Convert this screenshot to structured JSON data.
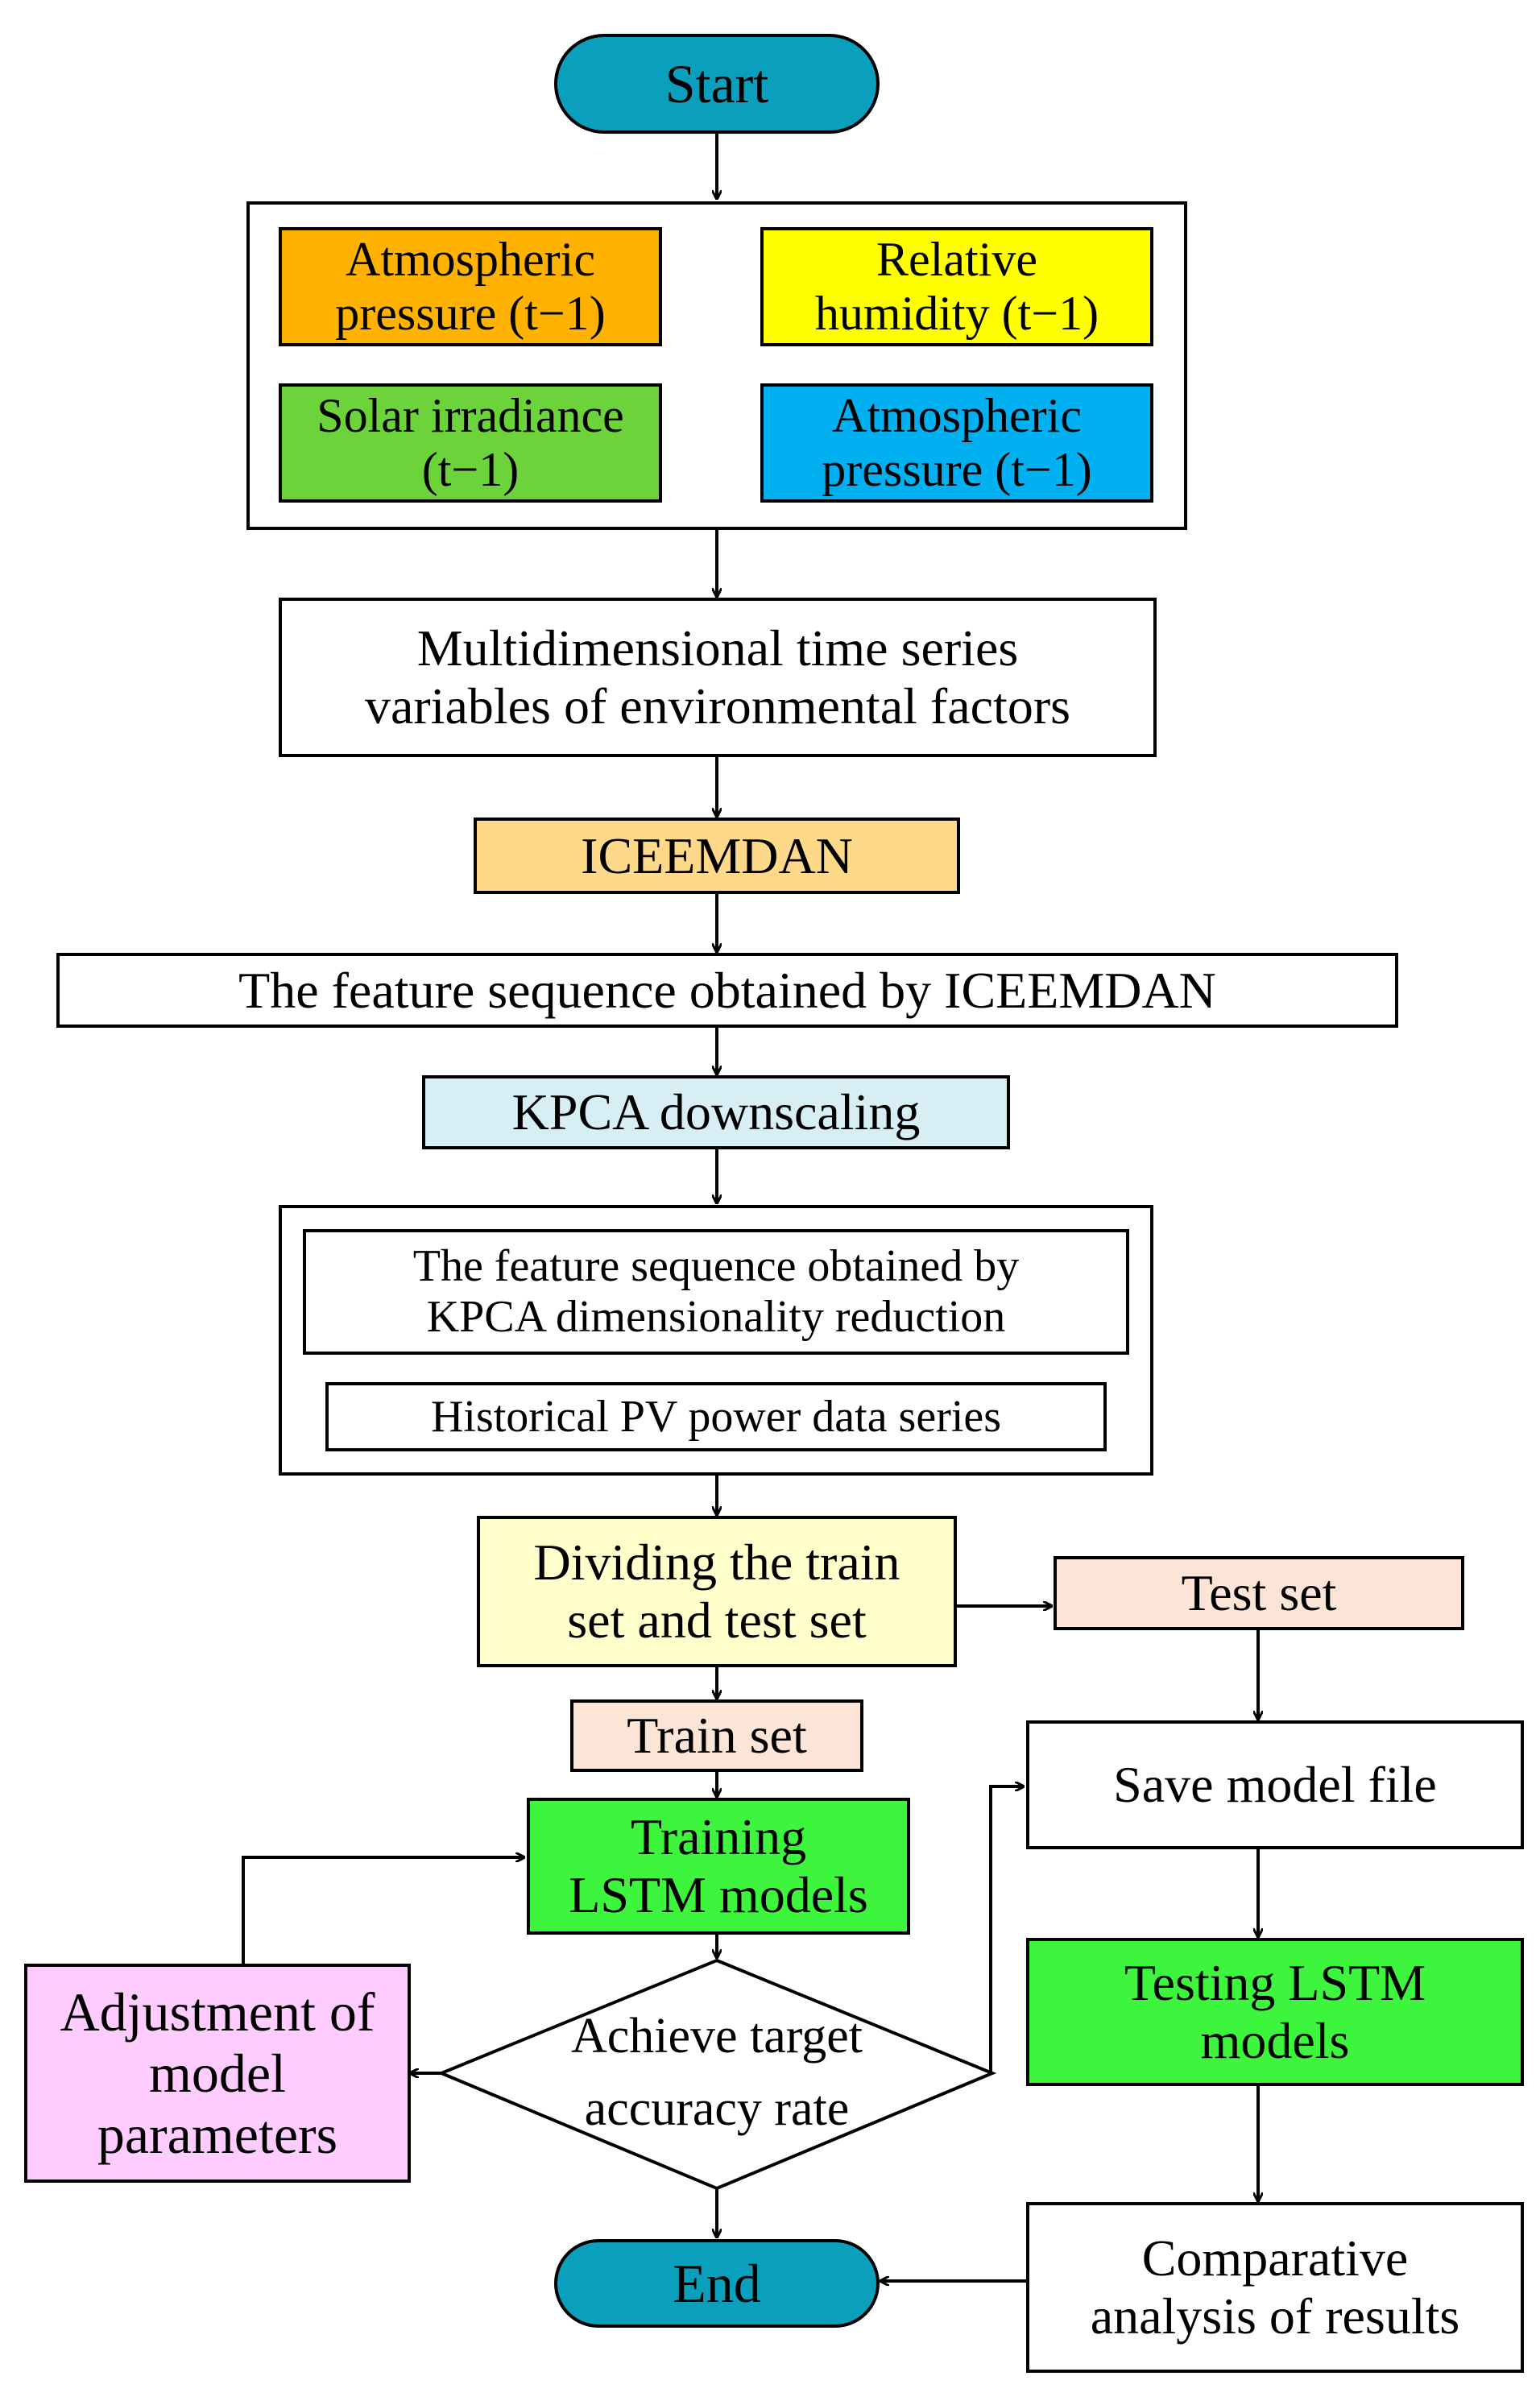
{
  "nodes": {
    "start": "Start",
    "env_pressure_1": "Atmospheric\npressure (t−1)",
    "env_humidity": "Relative\nhumidity (t−1)",
    "env_solar": "Solar irradiance\n(t−1)",
    "env_pressure_2": "Atmospheric\npressure (t−1)",
    "multidim": "Multidimensional time series\nvariables of environmental factors",
    "iceemdan": "ICEEMDAN",
    "feature_iceemdan": "The feature sequence obtained by ICEEMDAN",
    "kpca": "KPCA downscaling",
    "feature_kpca": "The feature sequence obtained by\nKPCA dimensionality reduction",
    "historical": "Historical PV power data series",
    "dividing": "Dividing the train\nset and test set",
    "test_set": "Test set",
    "train_set": "Train set",
    "save_model": "Save model file",
    "training": "Training\nLSTM models",
    "testing": "Testing  LSTM\nmodels",
    "adjustment": "Adjustment of\nmodel\nparameters",
    "decision": "Achieve target\naccuracy rate",
    "comparative": "Comparative\nanalysis of results",
    "end": "End"
  },
  "colors": {
    "terminal": "#0a9fbc",
    "pressure_orange": "#ffb300",
    "humidity_yellow": "#ffff00",
    "solar_green": "#6dd33a",
    "pressure_blue": "#00b0f0",
    "iceemdan": "#ffd98a",
    "kpca": "#d6eef4",
    "dividing": "#ffffcc",
    "set_peach": "#fce4d6",
    "lstm_green": "#3df53d",
    "adjustment_pink": "#ffccff"
  }
}
